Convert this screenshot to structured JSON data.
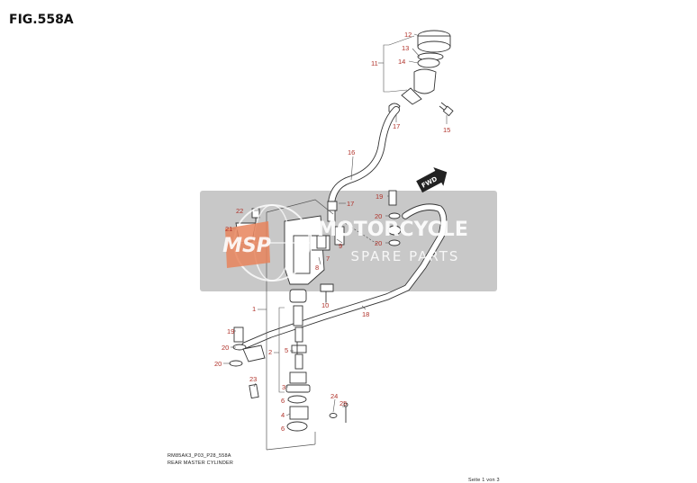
{
  "figure": {
    "title": "FIG.558A",
    "code": "RM85AK3_P03_P28_558A",
    "subtitle": "REAR MASTER CYLINDER",
    "page_indicator": "Seite 1 von 3"
  },
  "watermark": {
    "badge": "MSP",
    "line1": "MOTORCYCLE",
    "line2": "SPARE PARTS"
  },
  "fwd_label": "FWD",
  "callouts": [
    "1",
    "2",
    "3",
    "4",
    "5",
    "6",
    "6",
    "7",
    "8",
    "9",
    "10",
    "11",
    "12",
    "13",
    "14",
    "15",
    "16",
    "17",
    "17",
    "18",
    "19",
    "19",
    "20",
    "20",
    "20",
    "20",
    "21",
    "22",
    "23",
    "24",
    "25"
  ],
  "colors": {
    "callout": "#b0322a",
    "line": "#333333",
    "watermark_band": "#9a9a9a",
    "badge": "#e8845c"
  }
}
